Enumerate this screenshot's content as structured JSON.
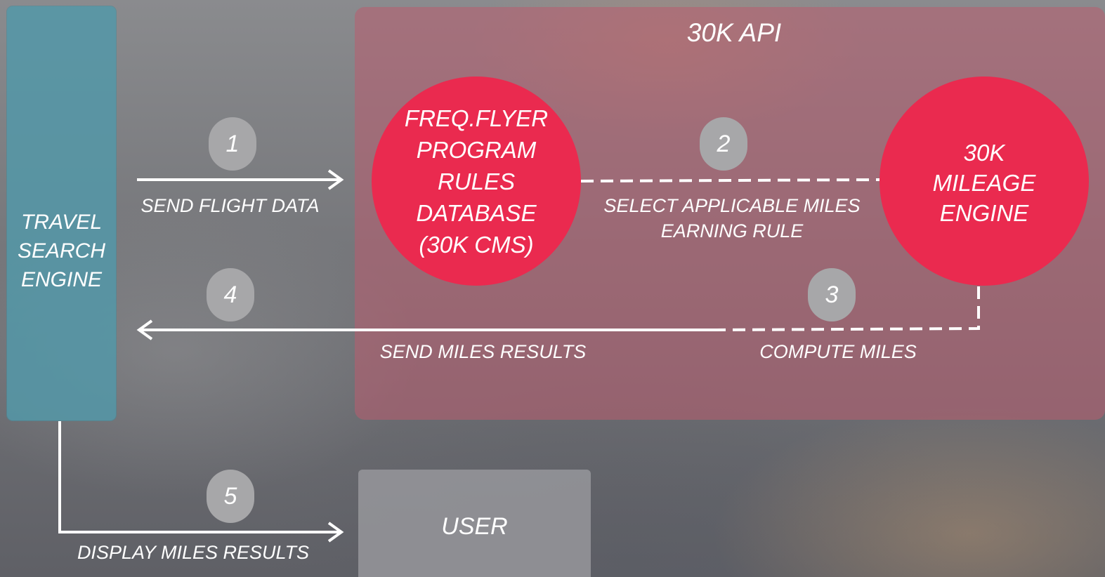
{
  "api": {
    "title": "30K API"
  },
  "tse": {
    "lines": [
      "TRAVEL",
      "SEARCH",
      "ENGINE"
    ]
  },
  "ffp": {
    "lines": [
      "FREQ.FLYER",
      "PROGRAM",
      "RULES",
      "DATABASE",
      "(30K CMS)"
    ]
  },
  "engine": {
    "lines": [
      "30K",
      "MILEAGE",
      "ENGINE"
    ]
  },
  "user": {
    "label": "USER"
  },
  "steps": [
    {
      "number": "1",
      "label": "SEND FLIGHT DATA"
    },
    {
      "number": "2",
      "label_lines": [
        "SELECT APPLICABLE MILES",
        "EARNING RULE"
      ]
    },
    {
      "number": "3",
      "label": "COMPUTE MILES"
    },
    {
      "number": "4",
      "label": "SEND MILES RESULTS"
    },
    {
      "number": "5",
      "label": "DISPLAY MILES RESULTS"
    }
  ],
  "colors": {
    "api_box": "#ba5c70",
    "search_engine_box": "#5498a8",
    "node_circle": "#ea2a4f",
    "step_badge": "#a7a7a9",
    "user_box": "#96979b",
    "connector": "#ffffff"
  }
}
